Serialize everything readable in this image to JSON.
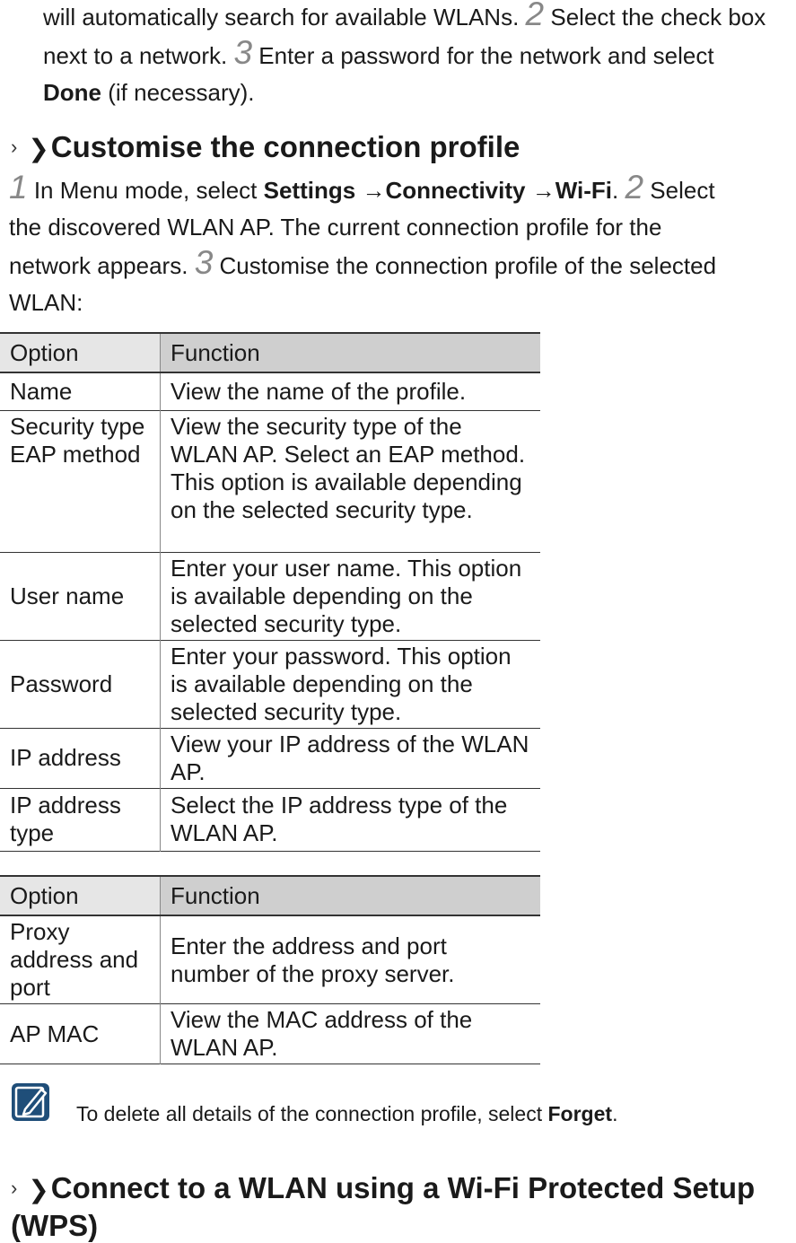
{
  "intro": {
    "line1": "will automatically search for available WLANs.",
    "step2": "2",
    "line1b": "Select the check box",
    "line2": "next to a network.",
    "step3": "3",
    "line2b": "Enter a password for the network and select",
    "done_bold": "Done",
    "line3": "(if necessary)."
  },
  "section1": {
    "chevron": "›",
    "title": "Customise the connection profile",
    "step1": "1",
    "text1": "In Menu mode, select",
    "path_settings": "Settings",
    "arrow1": "→",
    "path_connectivity": "Connectivity",
    "arrow2": "→",
    "path_wifi": "Wi-Fi",
    "period": ".",
    "step2": "2",
    "text2a": "Select",
    "text2b": "the discovered WLAN AP. The current connection profile for the",
    "text2c": "network appears.",
    "step3": "3",
    "text3a": "Customise the connection profile of the selected",
    "text3b": "WLAN:"
  },
  "table1": {
    "header": {
      "option": "Option",
      "function": "Function"
    },
    "rows": [
      {
        "option": "Name",
        "function": "View the name of the profile."
      },
      {
        "option": "Security type EAP method",
        "function": "View the security type of the WLAN AP. Select an EAP method. This option is available depending on the selected security type."
      },
      {
        "option": "User name",
        "function": "Enter your user name. This option is available depending on the selected security type."
      },
      {
        "option": "Password",
        "function": "Enter your password. This option is available depending on the selected security type."
      },
      {
        "option": "IP address",
        "function": "View your IP address of the WLAN AP."
      },
      {
        "option": "IP address type",
        "function": "Select the IP address type of the WLAN AP."
      }
    ]
  },
  "table2": {
    "header": {
      "option": "Option",
      "function": "Function"
    },
    "rows": [
      {
        "option": "Proxy address and port",
        "function": "Enter the address and port number of the proxy server."
      },
      {
        "option": "AP MAC",
        "function": "View the MAC address of the WLAN AP."
      }
    ]
  },
  "note": {
    "icon": "note-pencil-icon",
    "text": "To delete all details of the connection profile, select",
    "forget_bold": "Forget",
    "period": "."
  },
  "section2": {
    "chevron": "›",
    "title": "Connect to a WLAN using a Wi-Fi Protected Setup (WPS)"
  }
}
